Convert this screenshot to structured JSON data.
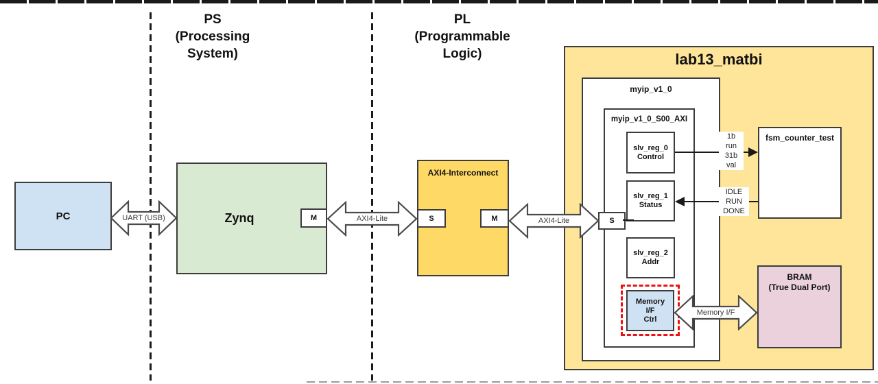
{
  "headers": {
    "ps": {
      "line1": "PS",
      "line2": "(Processing",
      "line3": "System)"
    },
    "pl": {
      "line1": "PL",
      "line2": "(Programmable",
      "line3": "Logic)"
    }
  },
  "blocks": {
    "pc": "PC",
    "zynq": "Zynq",
    "interconnect": "AXI4-Interconnect",
    "lab13": "lab13_matbi",
    "myip": "myip_v1_0",
    "s00_axi": "myip_v1_0_S00_AXI",
    "slv_reg_0": {
      "line1": "slv_reg_0",
      "line2": "Control"
    },
    "slv_reg_1": {
      "line1": "slv_reg_1",
      "line2": "Status"
    },
    "slv_reg_2": {
      "line1": "slv_reg_2",
      "line2": "Addr"
    },
    "mem_ctrl": {
      "line1": "Memory",
      "line2": "I/F",
      "line3": "Ctrl"
    },
    "fsm": "fsm_counter_test",
    "bram": {
      "line1": "BRAM",
      "line2": "(True Dual Port)"
    }
  },
  "ports": {
    "zynq_m": "M",
    "interconnect_s": "S",
    "interconnect_m": "M",
    "ip_s": "S"
  },
  "arrows": {
    "uart": "UART (USB)",
    "axi_lite_1": "AXI4-Lite",
    "axi_lite_2": "AXI4-Lite",
    "mem_if": "Memory I/F"
  },
  "signals": {
    "control_to_fsm": {
      "line1": "1b",
      "line2": "run",
      "line3": "31b",
      "line4": "val"
    },
    "fsm_to_status": {
      "line1": "IDLE",
      "line2": "RUN",
      "line3": "DONE"
    }
  },
  "colors": {
    "box-border": "#3c3c3c",
    "pc-fill": "#cfe2f3",
    "zynq-fill": "#d9ead3",
    "interconnect-fill": "#ffd966",
    "lab13-fill": "#ffe599",
    "bram-fill": "#ead1dc",
    "memctrl-fill": "#cfe2f3",
    "highlight-red": "#ee1111",
    "arrow-outline": "#4a4a4a"
  }
}
